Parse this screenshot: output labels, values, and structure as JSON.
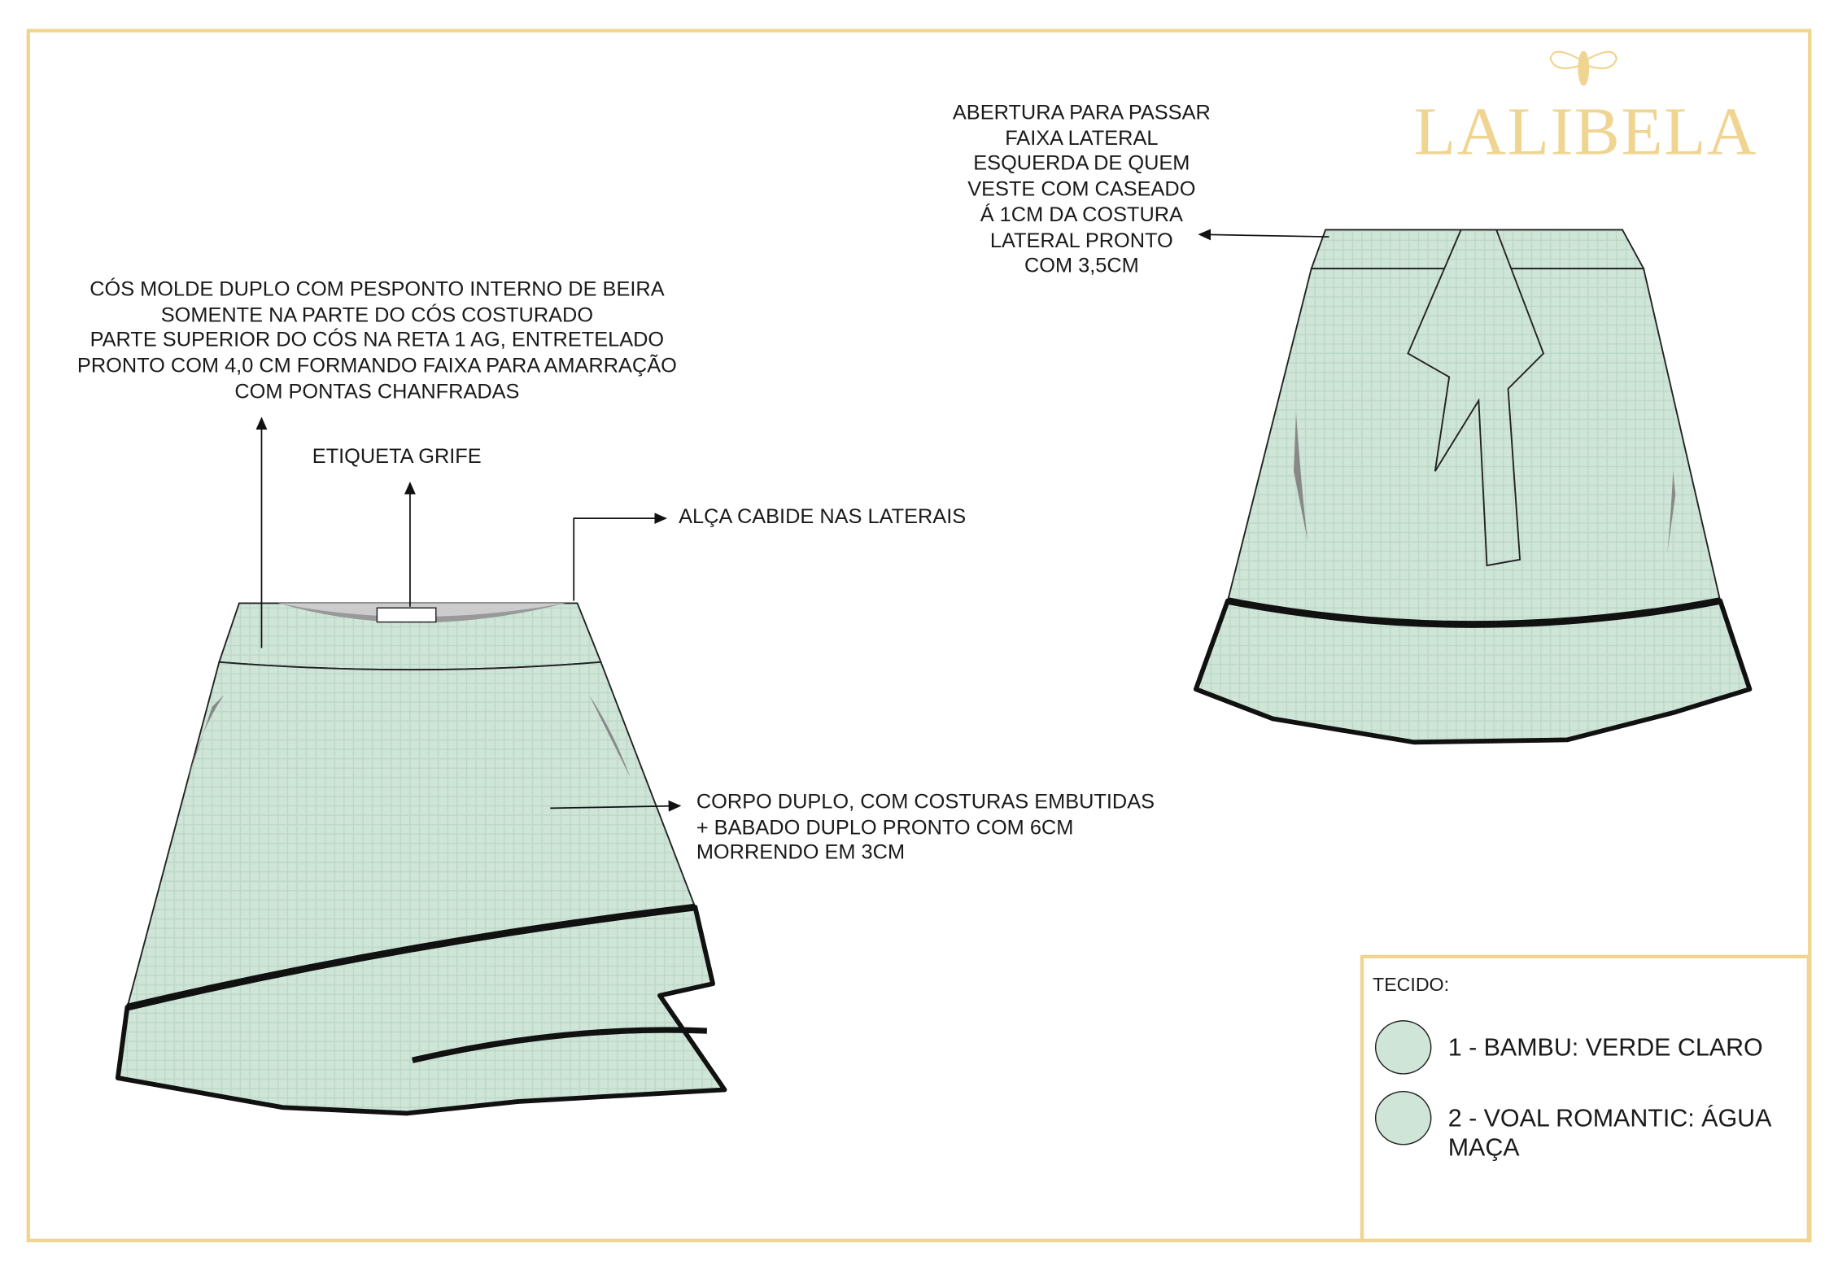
{
  "brand": {
    "name": "LALIBELA",
    "logo_icon": "bee-icon",
    "color": "#f0d491"
  },
  "annotations": {
    "waistband": [
      "CÓS MOLDE DUPLO COM PESPONTO INTERNO DE BEIRA",
      "SOMENTE NA PARTE DO CÓS COSTURADO",
      "PARTE SUPERIOR DO CÓS NA RETA 1 AG, ENTRETELADO",
      "PRONTO COM 4,0 CM FORMANDO FAIXA PARA AMARRAÇÃO",
      "COM PONTAS CHANFRADAS"
    ],
    "label": "ETIQUETA GRIFE",
    "hanger": "ALÇA CABIDE NAS LATERAIS",
    "body": [
      "CORPO DUPLO, COM COSTURAS EMBUTIDAS",
      "+ BABADO DUPLO PRONTO COM 6CM",
      "MORRENDO EM 3CM"
    ],
    "opening": [
      "ABERTURA PARA PASSAR",
      "FAIXA LATERAL",
      "ESQUERDA DE QUEM",
      "VESTE COM CASEADO",
      "Á 1CM DA COSTURA",
      "LATERAL PRONTO",
      "COM 3,5CM"
    ]
  },
  "fabric": {
    "title": "TECIDO:",
    "items": [
      {
        "label": "1 - BAMBU: VERDE CLARO",
        "color": "#cfe5d8"
      },
      {
        "label": "2 - VOAL ROMANTIC: ÁGUA MAÇA",
        "color": "#cfe5d8"
      }
    ]
  }
}
